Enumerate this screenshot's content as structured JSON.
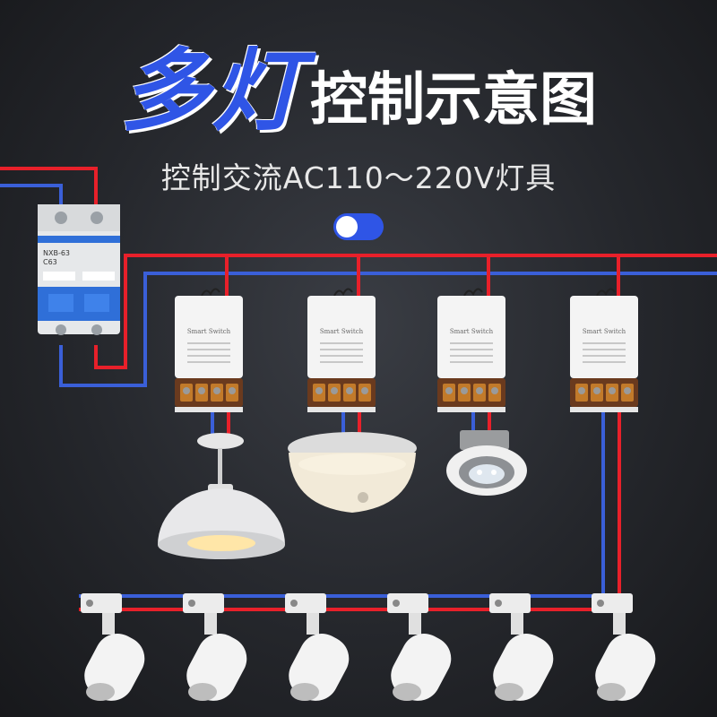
{
  "header": {
    "title_main": "多灯",
    "title_sub": "控制示意图",
    "subtitle": "控制交流AC110～220V灯具"
  },
  "toggle": {
    "state": "on"
  },
  "breaker": {
    "model": "NXB-63",
    "rating": "C63"
  },
  "smart_switches": [
    {
      "label": "Smart Switch"
    },
    {
      "label": "Smart Switch"
    },
    {
      "label": "Smart Switch"
    },
    {
      "label": "Smart Switch"
    }
  ],
  "fixtures": [
    {
      "icon": "pendant-lamp-icon"
    },
    {
      "icon": "ceiling-lamp-icon"
    },
    {
      "icon": "downlight-icon"
    }
  ],
  "track_spotlights": {
    "count": 6,
    "icon": "track-spotlight-icon"
  },
  "colors": {
    "live_wire": "#e8202a",
    "neutral_wire": "#3a5fd8",
    "accent": "#2f55e6",
    "background": "#2b2d32"
  }
}
